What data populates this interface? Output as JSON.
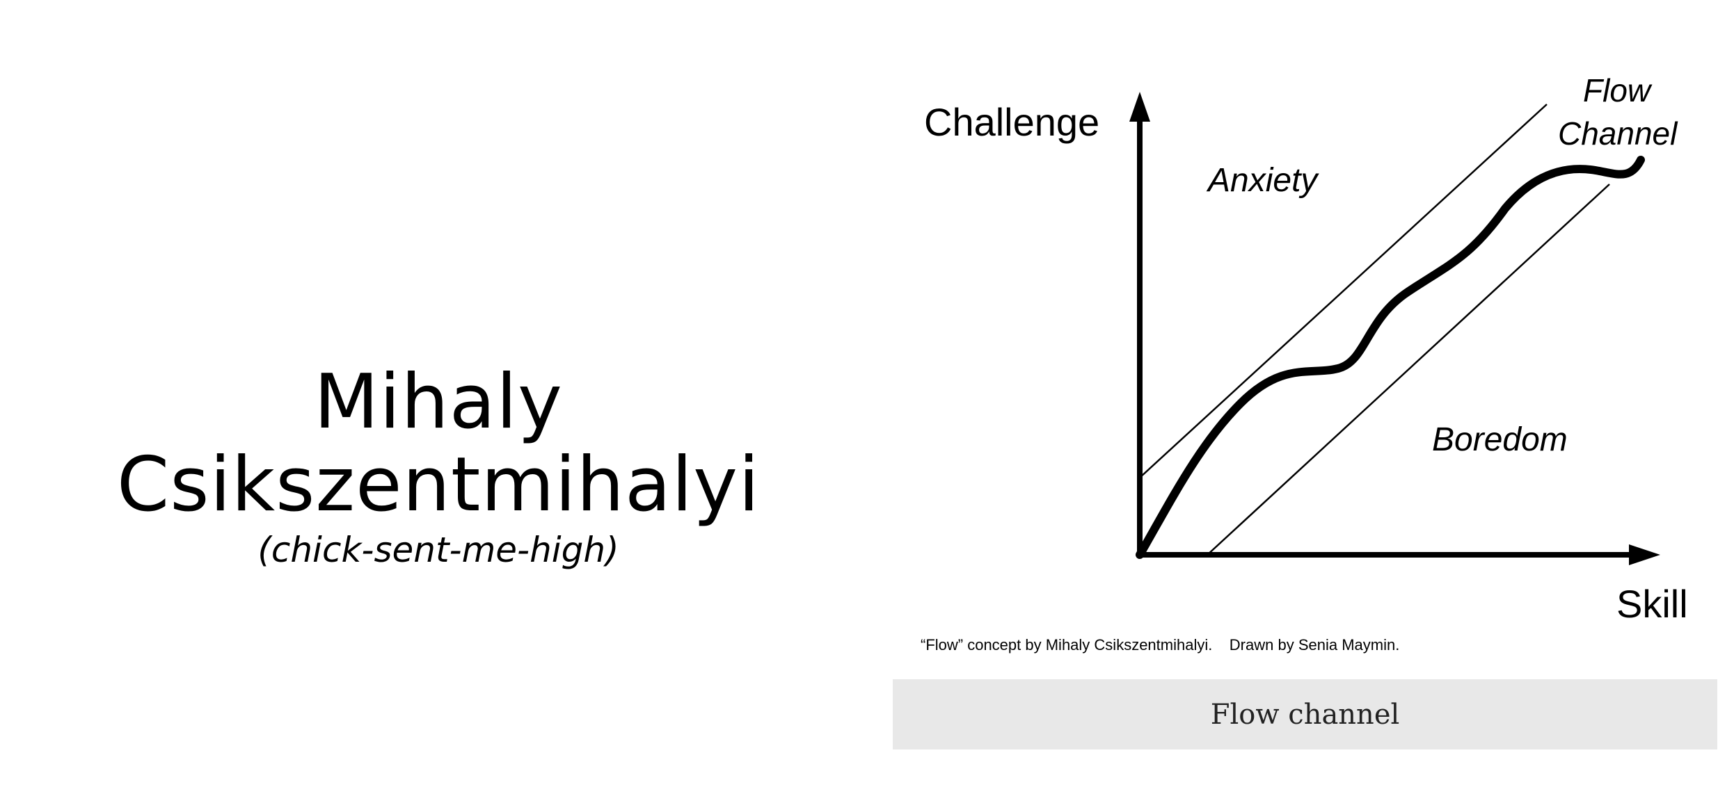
{
  "heading": {
    "name": "Mihaly Csikszentmihalyi",
    "pronunciation": "(chick-sent-me-high)"
  },
  "diagram": {
    "y_axis_label": "Challenge",
    "x_axis_label": "Skill",
    "regions": {
      "upper": "Anxiety",
      "lower": "Boredom",
      "channel_line1": "Flow",
      "channel_line2": "Channel"
    },
    "credit": "“Flow” concept by Mihaly Csikszentmihalyi.    Drawn by Senia Maymin."
  },
  "caption": {
    "text": "Flow channel"
  },
  "colors": {
    "ink": "#000000",
    "caption_bg": "#e8e8e8"
  }
}
